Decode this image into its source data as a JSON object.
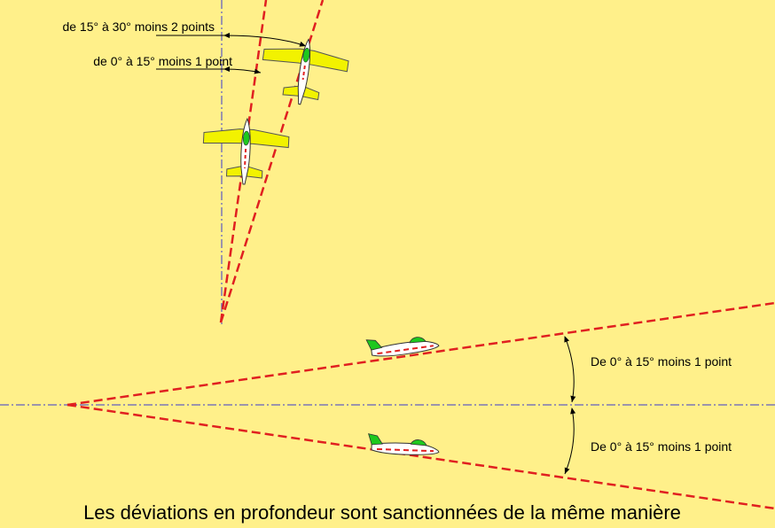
{
  "labels": {
    "top_outer": "de 15° à 30° moins 2 points",
    "top_inner": "de 0° à 15° moins 1 point",
    "side_upper": "De 0° à 15° moins 1 point",
    "side_lower": "De 0° à 15° moins 1 point",
    "caption": "Les déviations en profondeur sont sanctionnées de la même manière"
  },
  "colors": {
    "background": "#FFF08A",
    "axis": "#3A3ACF",
    "deviation_line": "#E02020",
    "top_plane_wing": "#F2F200",
    "canopy": "#1EC81E",
    "side_plane_body": "#FFFFFF",
    "side_plane_tail": "#1EC81E"
  },
  "icons": {
    "top_plane": "airplane-top-view-icon",
    "side_plane": "airplane-side-view-icon"
  }
}
